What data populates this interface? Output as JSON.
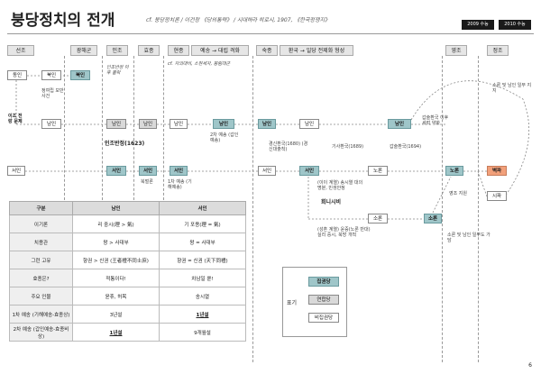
{
  "title": "붕당정치의 전개",
  "citation": "cf. 붕당정치론 / 이건창 《당의통략》 / 시대하라 히로시, 1907, 《한국정쟁지》",
  "exam_tags": [
    "2009 수능",
    "2010 수능"
  ],
  "eras": [
    "선조",
    "광해군",
    "인조",
    "효종",
    "현종",
    "예송 → 대립 격화",
    "숙종",
    "환국 → 일당 전제화 형성",
    "영조",
    "정조"
  ],
  "nodes": {
    "dongin": "동인",
    "bukin1": "북인",
    "bukin2": "북인",
    "namin1": "남인",
    "namin2": "남인",
    "namin3": "남인",
    "namin4": "남인",
    "namin5": "남인",
    "namin6": "남인",
    "namin7": "남인",
    "namin8": "남인",
    "seoin1": "서인",
    "seoin2": "서인",
    "seoin3": "서인",
    "seoin4": "서인",
    "seoin5": "서인",
    "seoin6": "서인",
    "noron1": "노론",
    "noron2": "노론",
    "soron1": "소론",
    "soron2": "소론",
    "byeokpa": "벽파",
    "sipa": "시파"
  },
  "notes": {
    "jeongyeorip": "정여립 모반사건",
    "igeon": "이조 전랑 문제",
    "injo_note": "인조반정 이후 몰락",
    "injobanjeong": "인조반정(1623)",
    "bukbeol": "북벌론",
    "gihae": "1차 예송 (기해예송)",
    "gapin": "2차 예송 (갑인예송)",
    "hyeonjong_cf": "cf. 자의대비, 소현세자, 봉림대군",
    "gyeongsin": "경신환국(1680) (경신대출척)",
    "gisa": "기사환국(1689)",
    "gapsul": "갑술환국(1694)",
    "gapsul_note": "갑술환국 이후 세력 약화",
    "noron_note": "(이이 계열) 송시열 대의명분, 민생안정",
    "hoenisi": "회니시비",
    "soron_note": "(성혼 계열) 윤증(노론 반대) 실리 중시, 북방 개척",
    "yeongjo": "영조 지원",
    "soron_namin": "소론 및 남인 일부 지지",
    "soron_namin2": "소론 및 남인 일부도 가담"
  },
  "table": {
    "headers": [
      "구분",
      "남인",
      "서인"
    ],
    "rows": [
      [
        "이기론",
        "리 중시(理 > 氣)",
        "기 포용(理 = 氣)"
      ],
      [
        "치용관",
        "왕 > 사대부",
        "왕 = 사대부"
      ],
      [
        "그런 고유",
        "향권 > 신권 (王者禮不同士庶)",
        "향권 = 신권 (天下同禮)"
      ],
      [
        "효종은?",
        "적통이다!",
        "차남일 뿐!"
      ],
      [
        "주요 인물",
        "윤휴, 허목",
        "송시열"
      ],
      [
        "1차 예송 (기해예송-효종상)",
        "3년설",
        "1년설"
      ],
      [
        "2차 예송 (갑인예송-효종비상)",
        "1년설",
        "9개월설"
      ]
    ]
  },
  "legend": {
    "label": "표기",
    "items": [
      "집권당",
      "연합당",
      "비집권당"
    ]
  },
  "colors": {
    "teal": "#9fc6c9",
    "pink": "#f2a07a",
    "grey": "#d9d9d9"
  },
  "page_number": "6"
}
